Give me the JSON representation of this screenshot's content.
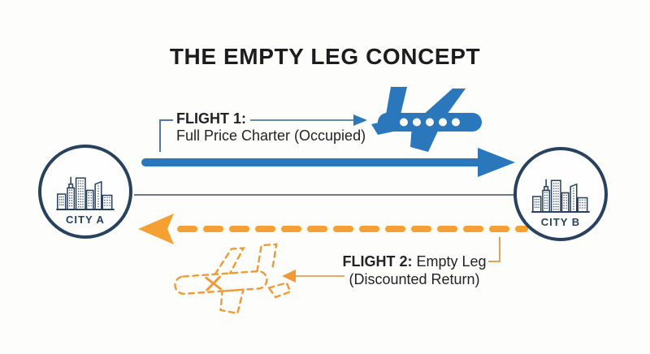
{
  "title": "THE EMPTY LEG CONCEPT",
  "cities": {
    "city_a": {
      "label": "CITY A"
    },
    "city_b": {
      "label": "CITY B"
    }
  },
  "flight1": {
    "label": "FLIGHT 1:",
    "description": "Full Price Charter (Occupied)"
  },
  "flight2": {
    "label": "FLIGHT 2:",
    "description": "Empty Leg",
    "description_line2": "(Discounted Return)"
  },
  "icons": [
    "city-skyline-icon",
    "airplane-solid-icon",
    "airplane-dashed-outline-icon",
    "solid-arrow-right",
    "dashed-arrow-left"
  ],
  "colors": {
    "flight1_blue": "#2b77bb",
    "flight2_orange": "#f5a033",
    "city_navy": "#27415e",
    "title_text": "#1d1d1f",
    "leader_blue": "#54799e",
    "leader_orange": "#e8a054",
    "background": "#fdfdfb"
  }
}
